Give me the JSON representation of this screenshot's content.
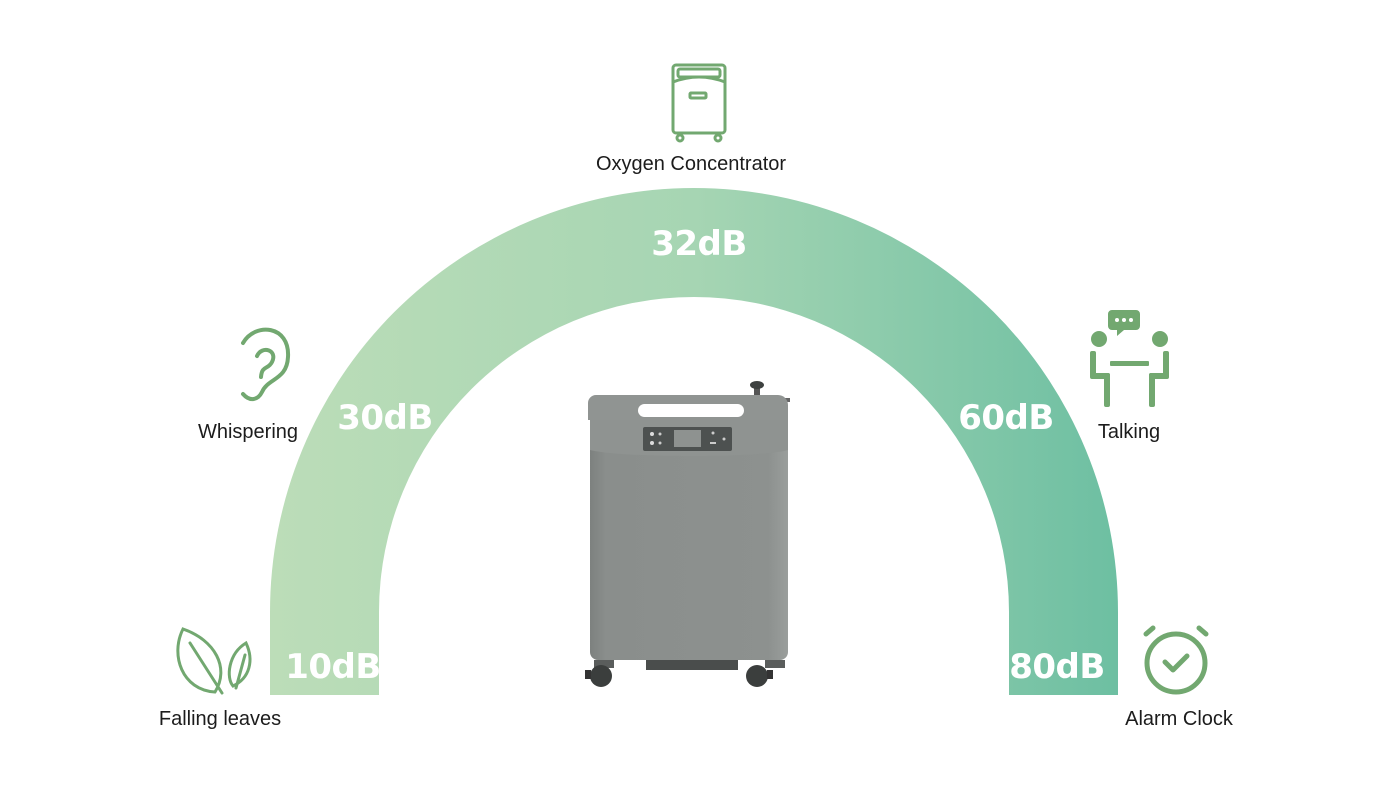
{
  "title_icon": "oxygen-concentrator-icon",
  "colors": {
    "arc_start": "#bcddb8",
    "arc_mid": "#a3d4b2",
    "arc_end": "#6dbfa2",
    "icon_green": "#72a870",
    "text": "#1c1c1c",
    "db_text": "#ffffff"
  },
  "top": {
    "label": "Oxygen Concentrator",
    "value": "32dB",
    "icon": "oxygen-concentrator-icon"
  },
  "levels": [
    {
      "label": "Falling leaves",
      "value": "10dB",
      "icon": "leaves-icon"
    },
    {
      "label": "Whispering",
      "value": "30dB",
      "icon": "ear-icon"
    },
    {
      "label": "Oxygen Concentrator",
      "value": "32dB",
      "icon": "oxygen-concentrator-icon"
    },
    {
      "label": "Talking",
      "value": "60dB",
      "icon": "people-talking-icon"
    },
    {
      "label": "Alarm Clock",
      "value": "80dB",
      "icon": "alarm-clock-icon"
    }
  ]
}
